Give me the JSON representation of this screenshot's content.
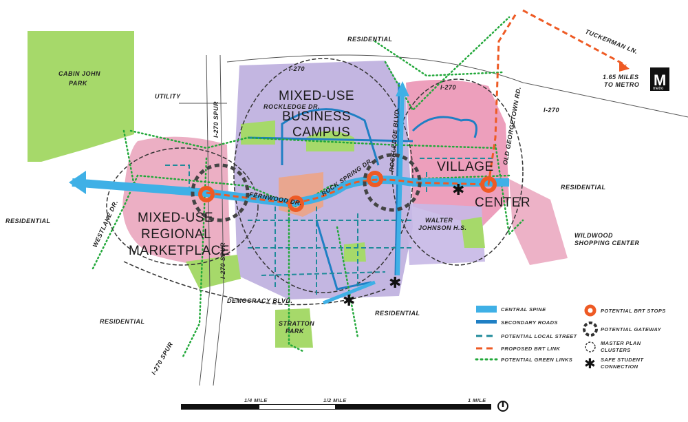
{
  "colors": {
    "central_spine": "#3fb0e6",
    "secondary_roads": "#1f7fc4",
    "local_street": "#1f8a9a",
    "brt_link": "#ee5a24",
    "green_links": "#22a83a",
    "park": "#a6d96a",
    "mixed_use_purple": "#b8a9dc",
    "retail_pink": "#e79bb5"
  },
  "labels": {
    "residential_top": "RESIDENTIAL",
    "residential_left": "RESIDENTIAL",
    "residential_right": "RESIDENTIAL",
    "residential_bottom_left": "RESIDENTIAL",
    "residential_bottom": "RESIDENTIAL",
    "cabin_john_park": [
      "CABIN JOHN",
      "PARK"
    ],
    "utility": "UTILITY",
    "i270_spur_north": "I-270 SPUR",
    "i270_spur_middle": "I-270 SPUR",
    "i270_spur_south": "I-270 SPUR",
    "i270_a": "I-270",
    "i270_b": "I-270",
    "i270_c": "I-270",
    "business_campus": [
      "MIXED-USE",
      "BUSINESS",
      "CAMPUS"
    ],
    "rockledge_dr": "ROCKLEDGE DR.",
    "village_center": [
      "VILLAGE",
      "CENTER"
    ],
    "regional_marketplace": [
      "MIXED-USE",
      "REGIONAL",
      "MARKETPLACE"
    ],
    "westlake_dr": "WESTLAKE DR.",
    "fernwood_dr": "FERNWOOD DR.",
    "rock_spring_dr": "ROCK SPRING DR.",
    "rockledge_blvd": "ROCKLEDGE BLVD.",
    "old_georgetown_rd": "OLD GEORGETOWN RD.",
    "walter_johnson": [
      "WALTER",
      "JOHNSON H.S."
    ],
    "wildwood": [
      "WILDWOOD",
      "SHOPPING CENTER"
    ],
    "democracy_blvd": "DEMOCRACY BLVD.",
    "stratton_park": [
      "STRATTON",
      "PARK"
    ],
    "tuckerman_ln": "TUCKERMAN LN.",
    "to_metro": [
      "1.65 MILES",
      "TO METRO"
    ],
    "metro_logo": "metro"
  },
  "legend": {
    "items_left": [
      {
        "icon": "central-spine",
        "label": "CENTRAL SPINE"
      },
      {
        "icon": "secondary-roads",
        "label": "SECONDARY ROADS"
      },
      {
        "icon": "local-street",
        "label": "POTENTIAL LOCAL STREET"
      },
      {
        "icon": "brt-link",
        "label": "PROPOSED BRT LINK"
      },
      {
        "icon": "green-links",
        "label": "POTENTIAL GREEN LINKS"
      }
    ],
    "items_right": [
      {
        "icon": "brt-stop",
        "label": "POTENTIAL BRT STOPS"
      },
      {
        "icon": "gateway",
        "label": "POTENTIAL GATEWAY"
      },
      {
        "icon": "cluster",
        "label": [
          "MASTER PLAN",
          "CLUSTERS"
        ]
      },
      {
        "icon": "asterisk",
        "label": [
          "SAFE STUDENT",
          "CONNECTION"
        ]
      }
    ]
  },
  "scale_bar": {
    "ticks": [
      "1/4 MILE",
      "1/2 MILE",
      "1 MILE"
    ],
    "north_arrow": "north-arrow-icon"
  }
}
